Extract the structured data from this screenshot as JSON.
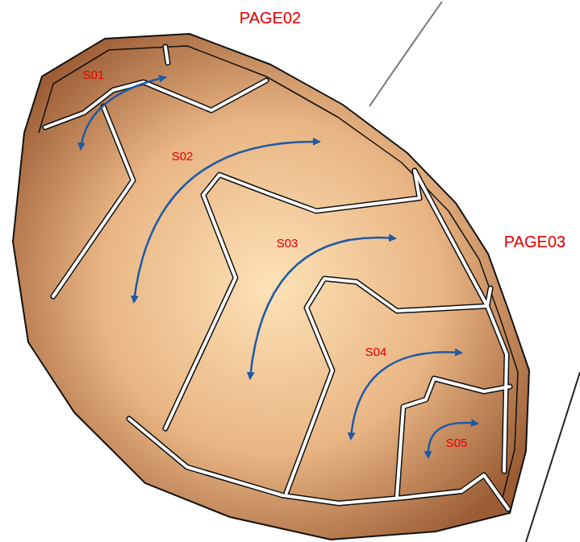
{
  "diagram": {
    "labels": [
      "PAGE02",
      "PAGE03",
      "S01",
      "S02",
      "S03",
      "S04",
      "S05"
    ]
  }
}
